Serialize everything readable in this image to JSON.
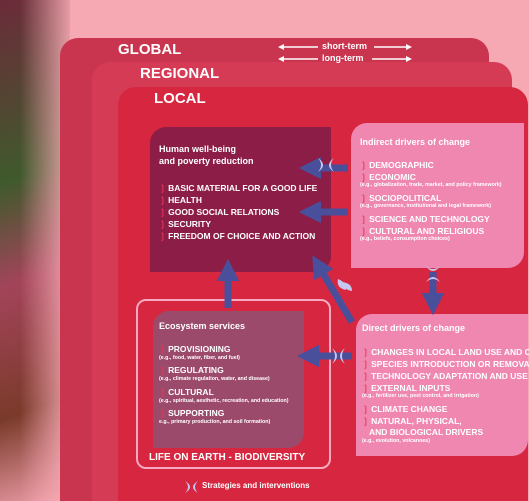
{
  "layers": {
    "global": "GLOBAL",
    "regional": "REGIONAL",
    "local": "LOCAL"
  },
  "timescale": {
    "short": "short-term",
    "long": "long-term"
  },
  "human_wellbeing": {
    "title_line1": "Human well-being",
    "title_line2": "and poverty reduction",
    "items": [
      "BASIC MATERIAL FOR A GOOD LIFE",
      "HEALTH",
      "GOOD SOCIAL RELATIONS",
      "SECURITY",
      "FREEDOM OF CHOICE AND ACTION"
    ]
  },
  "indirect_drivers": {
    "title": "Indirect drivers of change",
    "items": [
      {
        "label": "DEMOGRAPHIC",
        "note": ""
      },
      {
        "label": "ECONOMIC",
        "note": "(e.g., globalization, trade, market, and policy framework)"
      },
      {
        "label": "SOCIOPOLITICAL",
        "note": "(e.g., governance, institutional and legal framework)"
      },
      {
        "label": "SCIENCE AND TECHNOLOGY",
        "note": ""
      },
      {
        "label": "CULTURAL AND RELIGIOUS",
        "note": "(e.g., beliefs, consumption choices)"
      }
    ]
  },
  "direct_drivers": {
    "title": "Direct drivers of change",
    "items": [
      {
        "label": "CHANGES IN LOCAL LAND USE AND COVER",
        "note": ""
      },
      {
        "label": "SPECIES INTRODUCTION OR REMOVAL",
        "note": ""
      },
      {
        "label": "TECHNOLOGY ADAPTATION AND USE",
        "note": ""
      },
      {
        "label": "EXTERNAL INPUTS",
        "note": "(e.g., fertilizer use, pest control, and irrigation)"
      },
      {
        "label": "CLIMATE CHANGE",
        "note": ""
      },
      {
        "label": "NATURAL, PHYSICAL,",
        "note": ""
      },
      {
        "label": "AND BIOLOGICAL DRIVERS",
        "note": "(e.g., evolution, volcanoes)"
      }
    ]
  },
  "ecosystem_services": {
    "title": "Ecosystem services",
    "items": [
      {
        "label": "PROVISIONING",
        "note": "(e.g., food, water, fiber, and fuel)"
      },
      {
        "label": "REGULATING",
        "note": "(e.g., climate regulation, water, and disease)"
      },
      {
        "label": "CULTURAL",
        "note": "(e.g., spiritual, aesthetic, recreation, and education)"
      },
      {
        "label": "SUPPORTING",
        "note": "e.g., primary production, and soil formation)"
      }
    ]
  },
  "life_on_earth": "LIFE ON EARTH - BIODIVERSITY",
  "legend": {
    "strategies": "Strategies and interventions"
  },
  "colors": {
    "background": "#f7a9b3",
    "global_layer": "#c9344e",
    "local_layer": "#d7263f",
    "wellbeing_box": "#8c1d46",
    "driver_box": "#ef87b0",
    "services_box": "#9b4a6b",
    "arrow": "#4a4f9b",
    "strategy_mark": "#c7c8ef"
  }
}
